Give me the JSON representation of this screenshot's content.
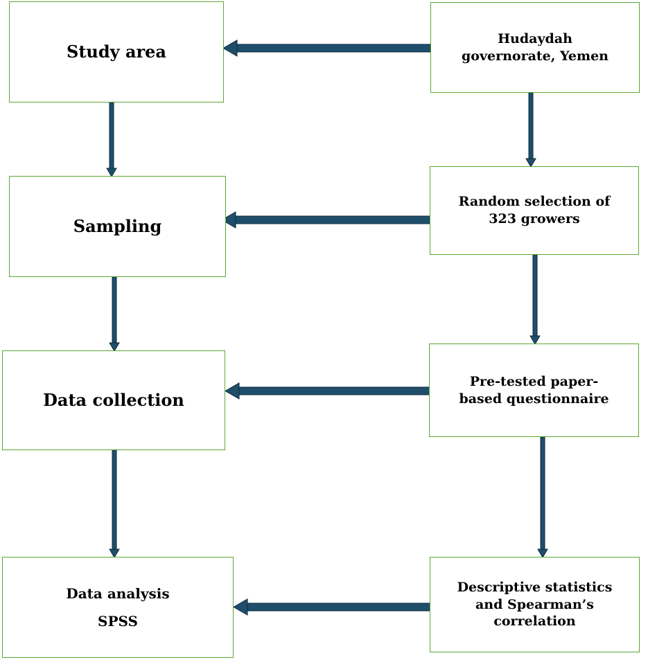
{
  "left_column": {
    "study_area": "Study area",
    "sampling": "Sampling",
    "data_collection": "Data collection",
    "data_analysis": {
      "line1": "Data analysis",
      "line2": "SPSS"
    }
  },
  "right_column": {
    "location": {
      "line1": "Hudaydah",
      "line2": "governorate, Yemen"
    },
    "selection": {
      "line1": "Random selection of",
      "line2": "323 growers"
    },
    "questionnaire": {
      "line1": "Pre-tested paper-",
      "line2": "based questionnaire"
    },
    "statistics": {
      "line1": "Descriptive statistics",
      "line2": "and Spearman’s",
      "line3": "correlation"
    }
  },
  "colors": {
    "box_border": "#5aa832",
    "arrow_fill": "#1f4e6b",
    "arrow_outline": "#0f2a3d"
  }
}
